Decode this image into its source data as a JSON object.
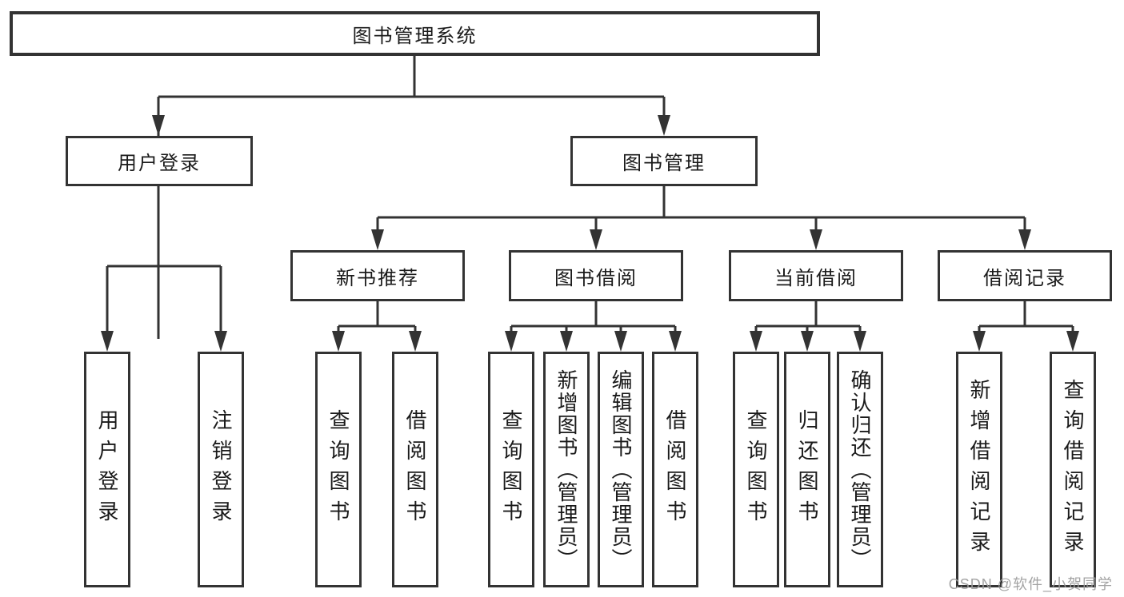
{
  "diagram": {
    "title": "图书管理系统",
    "level2": [
      "用户登录",
      "图书管理"
    ],
    "level3": [
      "新书推荐",
      "图书借阅",
      "当前借阅",
      "借阅记录"
    ],
    "level4": {
      "user_login": [
        "用户登录",
        "注销登录"
      ],
      "new_book": [
        "查询图书",
        "借阅图书"
      ],
      "book_borrow": [
        "查询图书",
        "新增图书（管理员）",
        "编辑图书（管理员）",
        "借阅图书"
      ],
      "current_borrow": [
        "查询图书",
        "归还图书",
        "确认归还（管理员）"
      ],
      "borrow_record": [
        "新增借阅记录",
        "查询借阅记录"
      ]
    }
  },
  "watermark": "CSDN @软件_小贺同学",
  "colors": {
    "line": "#333333",
    "box_border": "#333333",
    "box_fill": "#ffffff",
    "text": "#1a1a1a",
    "watermark": "#9e9e9e",
    "background": "#ffffff"
  }
}
